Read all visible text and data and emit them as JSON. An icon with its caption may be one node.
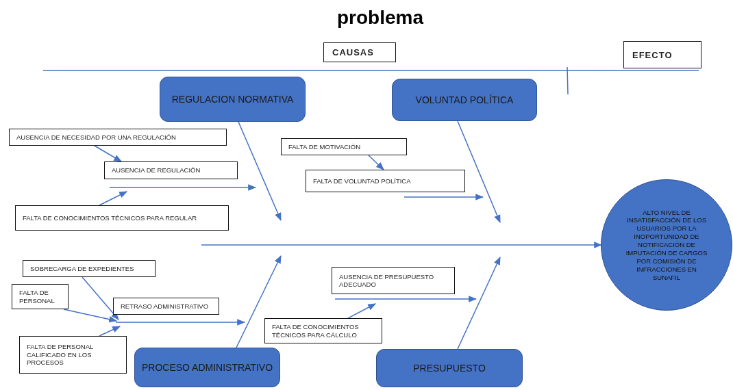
{
  "diagram": {
    "title": "problema",
    "nodes": [
      {
        "text": [
          "CAUSAS"
        ]
      },
      {
        "text": [
          "EFECTO"
        ]
      },
      {
        "text": [
          "REGULACION NORMATIVA"
        ]
      },
      {
        "text": [
          "VOLUNTAD POLÍTICA"
        ]
      },
      {
        "text": [
          "AUSENCIA DE NECESIDAD POR UNA REGULACIÓN"
        ]
      },
      {
        "text": [
          "AUSENCIA DE REGULACIÓN"
        ]
      },
      {
        "text": [
          "FALTA DE MOTIVACIÓN"
        ]
      },
      {
        "text": [
          "FALTA DE VOLUNTAD POLÍTICA"
        ]
      },
      {
        "text": [
          "FALTA DE CONOCIMIENTOS TÉCNICOS PARA REGULAR"
        ]
      },
      {
        "text": [
          "ALTO NIVEL DE INSATISFACCIÓN DE LOS USUARIOS POR LA INOPORTUNIDAD DE NOTIFICACIÓN DE IMPUTACIÓN DE CARGOS POR COMISIÓN DE INFRACCIONES EN SUNAFIL"
        ]
      },
      {
        "text": [
          "SOBRECARGA DE EXPEDIENTES"
        ]
      },
      {
        "text": [
          "AUSENCIA DE PRESUPUESTO ADECUADO"
        ]
      },
      {
        "text": [
          "FALTA DE PERSONAL"
        ]
      },
      {
        "text": [
          "RETRASO ADMINISTRATIVO"
        ]
      },
      {
        "text": [
          "FALTA DE CONOCIMIENTOS TÉCNICOS PARA CÁLCULO"
        ]
      },
      {
        "text": [
          "FALTA DE PERSONAL CALIFICADO EN LOS PROCESOS"
        ]
      },
      {
        "text": [
          "PROCESO ADMINISTRATIVO"
        ]
      },
      {
        "text": [
          "PRESUPUESTO"
        ]
      }
    ],
    "edges": [
      {
        "from": null,
        "to": 9,
        "arrow": "to"
      },
      {
        "from": 2,
        "to": null,
        "arrow": "to"
      },
      {
        "from": 3,
        "to": null,
        "arrow": "to"
      },
      {
        "from": 16,
        "to": null,
        "arrow": "to"
      },
      {
        "from": 17,
        "to": null,
        "arrow": "to"
      },
      {
        "from": 4,
        "to": 5,
        "arrow": "to"
      },
      {
        "from": 6,
        "to": 7,
        "arrow": "to"
      },
      {
        "from": 8,
        "to": 5,
        "arrow": "to"
      },
      {
        "from": 10,
        "to": 13,
        "arrow": "to"
      },
      {
        "from": 12,
        "to": 13,
        "arrow": "to"
      },
      {
        "from": 15,
        "to": 13,
        "arrow": "to"
      },
      {
        "from": 14,
        "to": 11,
        "arrow": "to"
      },
      {
        "from": 5,
        "to": null,
        "arrow": "to"
      },
      {
        "from": 7,
        "to": null,
        "arrow": "to"
      },
      {
        "from": 13,
        "to": null,
        "arrow": "to"
      },
      {
        "from": 11,
        "to": null,
        "arrow": "to"
      }
    ]
  }
}
